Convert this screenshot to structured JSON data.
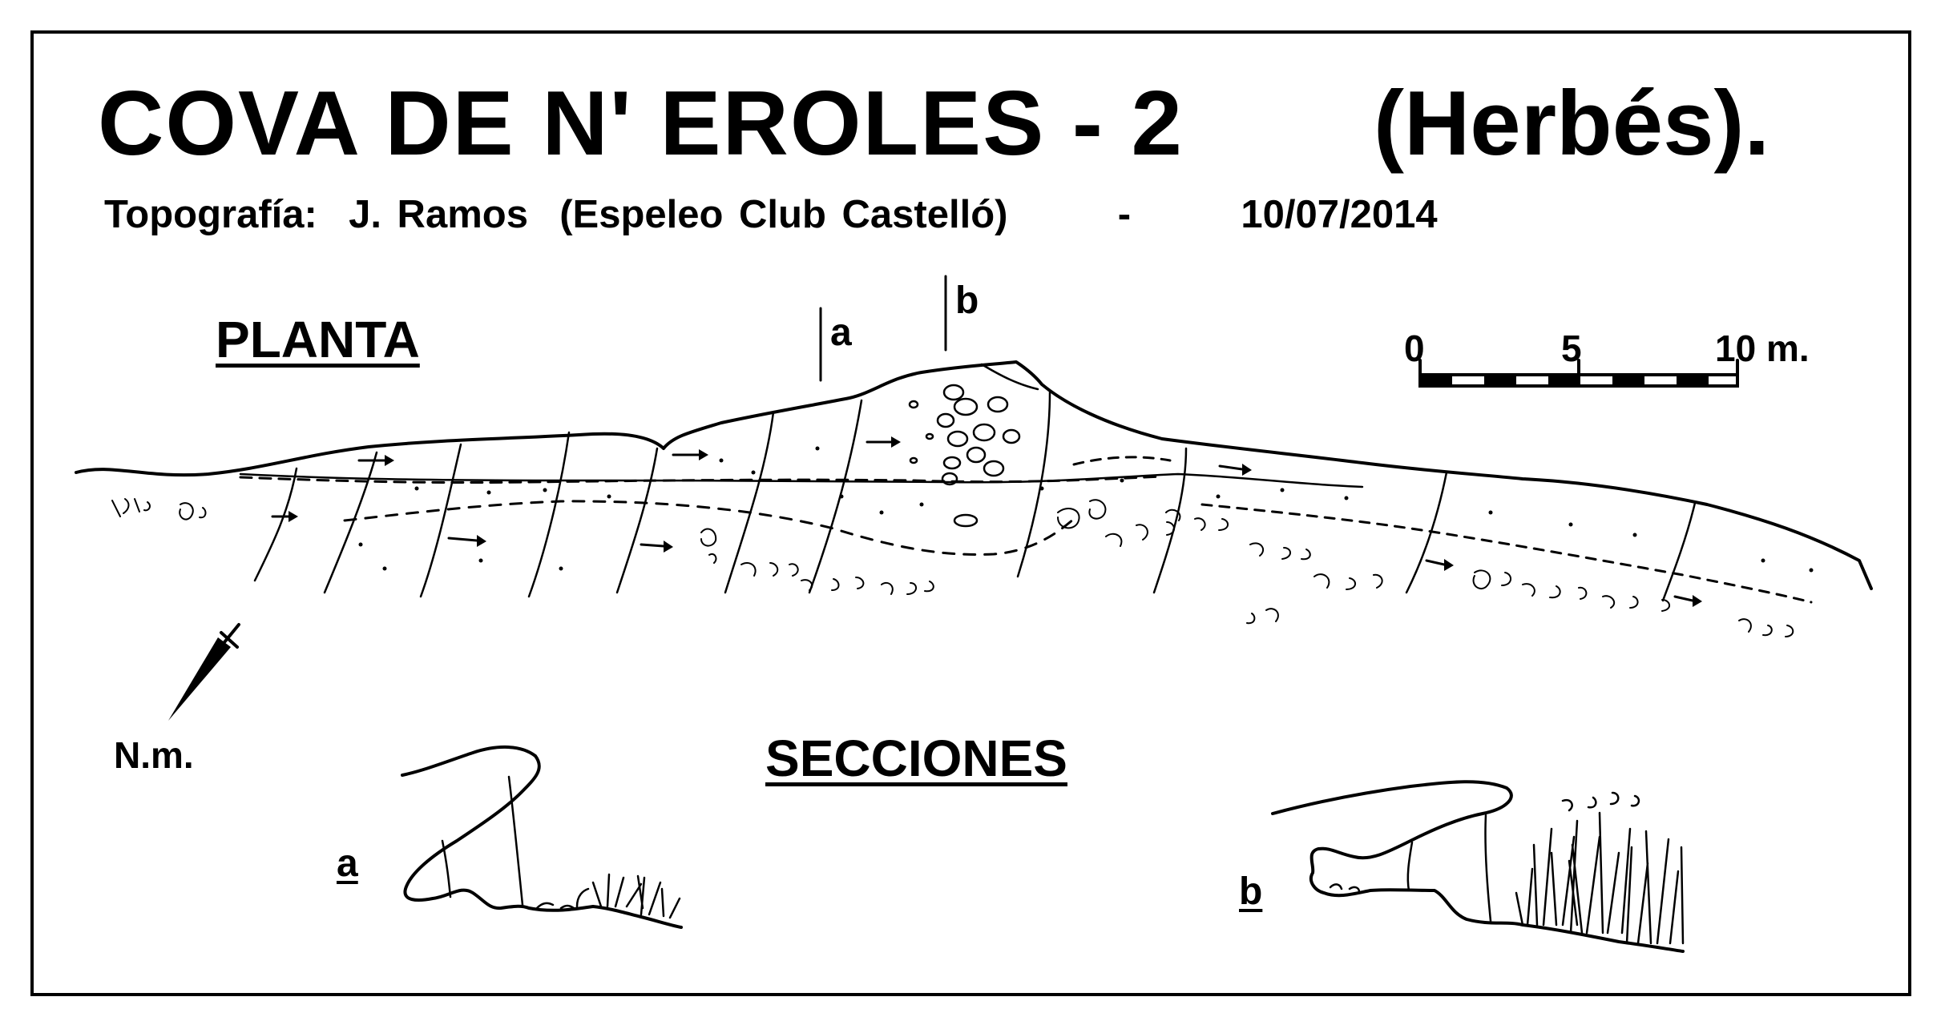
{
  "title": {
    "main": "COVA DE N' EROLES - 2",
    "place": "(Herbés)."
  },
  "subtitle": {
    "topography_label": "Topografía:",
    "author": "J. Ramos",
    "club": "(Espeleo Club Castelló)",
    "separator": "-",
    "date": "10/07/2014"
  },
  "plan": {
    "heading": "PLANTA",
    "section_markers": [
      "a",
      "b"
    ]
  },
  "sections": {
    "heading": "SECCIONES",
    "labels": [
      "a",
      "b"
    ]
  },
  "scale": {
    "ticks": [
      "0",
      "5",
      "10 m."
    ]
  },
  "north": {
    "label": "N.m."
  },
  "colors": {
    "ink": "#000000",
    "paper": "#ffffff"
  }
}
